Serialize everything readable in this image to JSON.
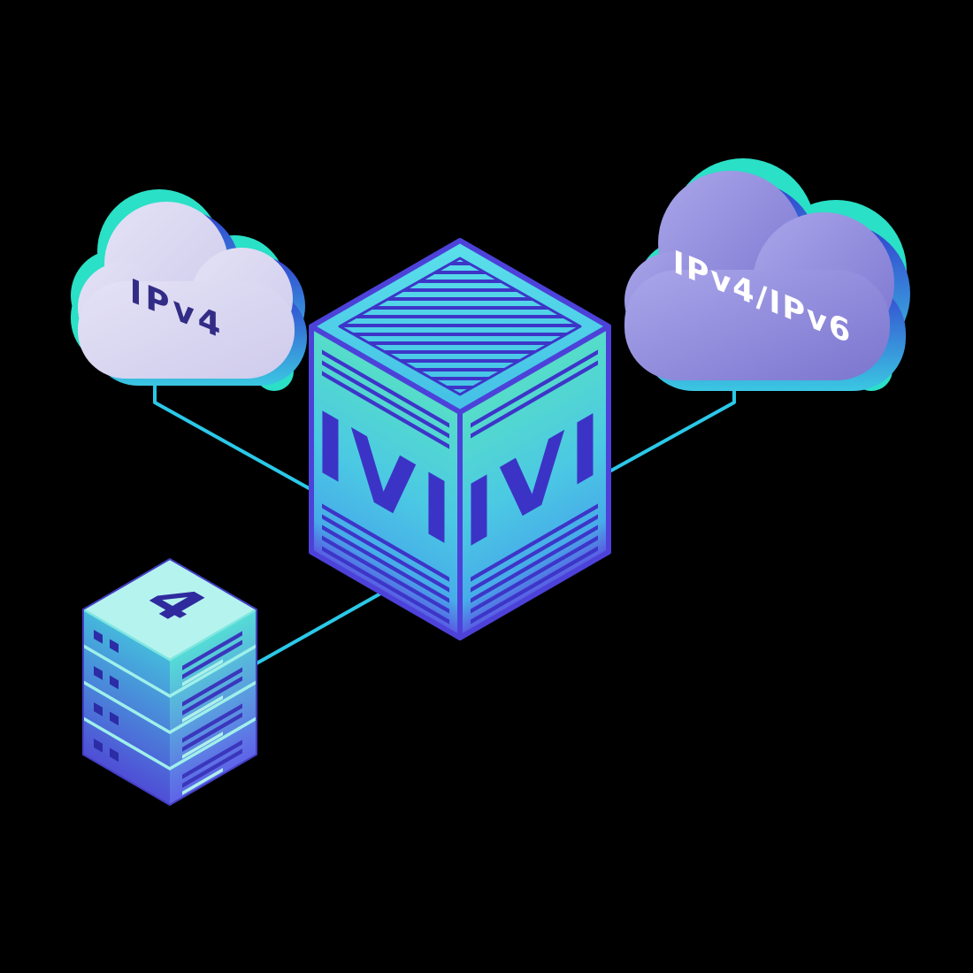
{
  "diagram": {
    "description": "Isometric network diagram: IVI translator between an IPv4 cloud, an IPv4/IPv6 cloud and an IPv4 server stack",
    "nodes": {
      "left_cloud": {
        "label": "IPv4"
      },
      "right_cloud": {
        "label": "IPv4/IPv6"
      },
      "translator_box": {
        "left_face_label": "IVI",
        "right_face_label": "IVI"
      },
      "server_stack": {
        "label": "4"
      }
    },
    "colors": {
      "background": "#000000",
      "connector": "#2bc8e8",
      "indigo_edge": "#4c42d9",
      "stripe_indigo": "#3d35c8",
      "face_teal": "#56ddc8",
      "face_cyan": "#4bc9e3",
      "face_blue": "#5a57e2",
      "left_cloud_fill": "#dcd9f1",
      "left_cloud_text": "#322c86",
      "right_cloud_fill_light": "#aaa6ea",
      "right_cloud_fill_dark": "#7b75cf",
      "right_cloud_text": "#ffffff",
      "teal_accent": "#2ae0c6",
      "blue_accent": "#3340cf",
      "stack_cap": "#b5f3ef",
      "stack_rim": "#9ff0ea"
    }
  }
}
